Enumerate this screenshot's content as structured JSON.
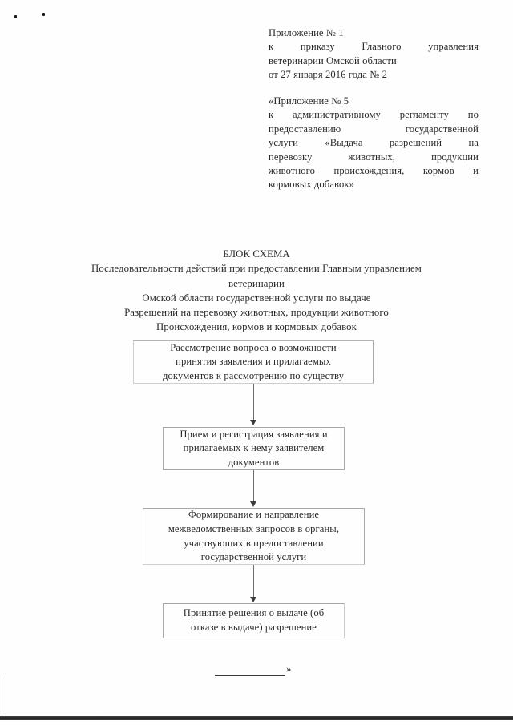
{
  "document": {
    "header_order": {
      "lines": [
        "Приложение № 1",
        "к приказу Главного управления",
        "ветеринарии Омской области",
        "от 27 января 2016 года  № 2"
      ]
    },
    "header_appendix": {
      "lines": [
        "«Приложение № 5",
        "к административному регламенту по",
        "предоставлению государственной",
        "услуги «Выдача разрешений на",
        "перевозку животных, продукции",
        "животного происхождения, кормов и",
        "кормовых добавок»"
      ]
    },
    "title_block": {
      "lines": [
        "БЛОК СХЕМА",
        "Последовательности действий при предоставлении Главным управлением",
        "ветеринарии",
        "Омской области государственной услуги по выдаче",
        "Разрешений на перевозку животных, продукции животного",
        "Происхождения, кормов и кормовых добавок"
      ]
    },
    "flowchart": {
      "boxes": [
        {
          "id": "box-1",
          "lines": [
            "Рассмотрение вопроса о возможности",
            "принятия заявления и прилагаемых",
            "документов к рассмотрению по существу"
          ]
        },
        {
          "id": "box-2",
          "lines": [
            "Прием и регистрация заявления и",
            "прилагаемых к нему заявителем",
            "документов"
          ]
        },
        {
          "id": "box-3",
          "lines": [
            "Формирование и направление",
            "межведомственных запросов в органы,",
            "участвующих в предоставлении",
            "государственной услуги"
          ]
        },
        {
          "id": "box-4",
          "lines": [
            "Принятие решения о выдаче (об",
            "отказе в выдаче) разрешение"
          ]
        }
      ],
      "connectors": 3
    },
    "footer": {
      "closing_quote": "»"
    },
    "colors": {
      "text": "#2a2a2a",
      "box_border": "#a8a8a8",
      "connector": "#6b6b6b",
      "page_background": "#fefefe"
    }
  }
}
